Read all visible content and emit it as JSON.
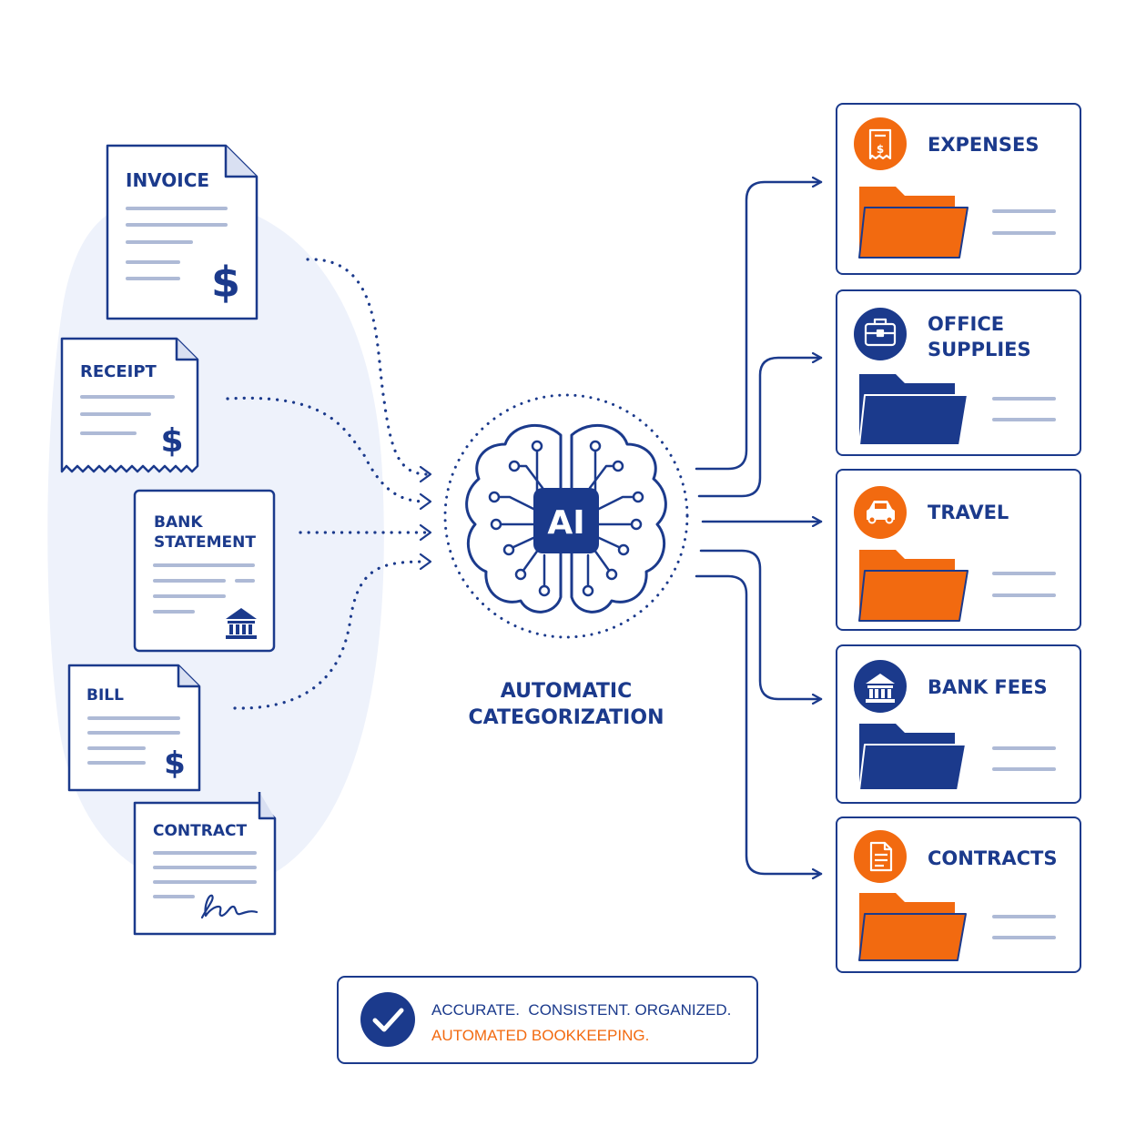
{
  "documents": [
    {
      "label": "INVOICE",
      "icon": "dollar-icon"
    },
    {
      "label": "RECEIPT",
      "icon": "dollar-icon"
    },
    {
      "label_line1": "BANK",
      "label_line2": "STATEMENT",
      "icon": "bank-icon"
    },
    {
      "label": "BILL",
      "icon": "dollar-icon"
    },
    {
      "label": "CONTRACT",
      "icon": "signature-icon"
    }
  ],
  "center": {
    "chip_text": "AI",
    "caption_line1": "AUTOMATIC",
    "caption_line2": "CATEGORIZATION"
  },
  "categories": [
    {
      "title": "EXPENSES",
      "icon": "receipt-icon",
      "accent": "#f26a10"
    },
    {
      "title_line1": "OFFICE",
      "title_line2": "SUPPLIES",
      "icon": "briefcase-icon",
      "accent": "#1b3a8c"
    },
    {
      "title": "TRAVEL",
      "icon": "car-icon",
      "accent": "#f26a10"
    },
    {
      "title": "BANK FEES",
      "icon": "bank-icon",
      "accent": "#1b3a8c"
    },
    {
      "title": "CONTRACTS",
      "icon": "document-icon",
      "accent": "#f26a10"
    }
  ],
  "footer": {
    "line1": "ACCURATE.  CONSISTENT. ORGANIZED.",
    "line2": "AUTOMATED BOOKKEEPING.",
    "icon": "check-icon"
  },
  "colors": {
    "navy": "#1b3a8c",
    "orange": "#f26a10",
    "light_line": "#aebad6",
    "blob": "#eef2fb"
  }
}
